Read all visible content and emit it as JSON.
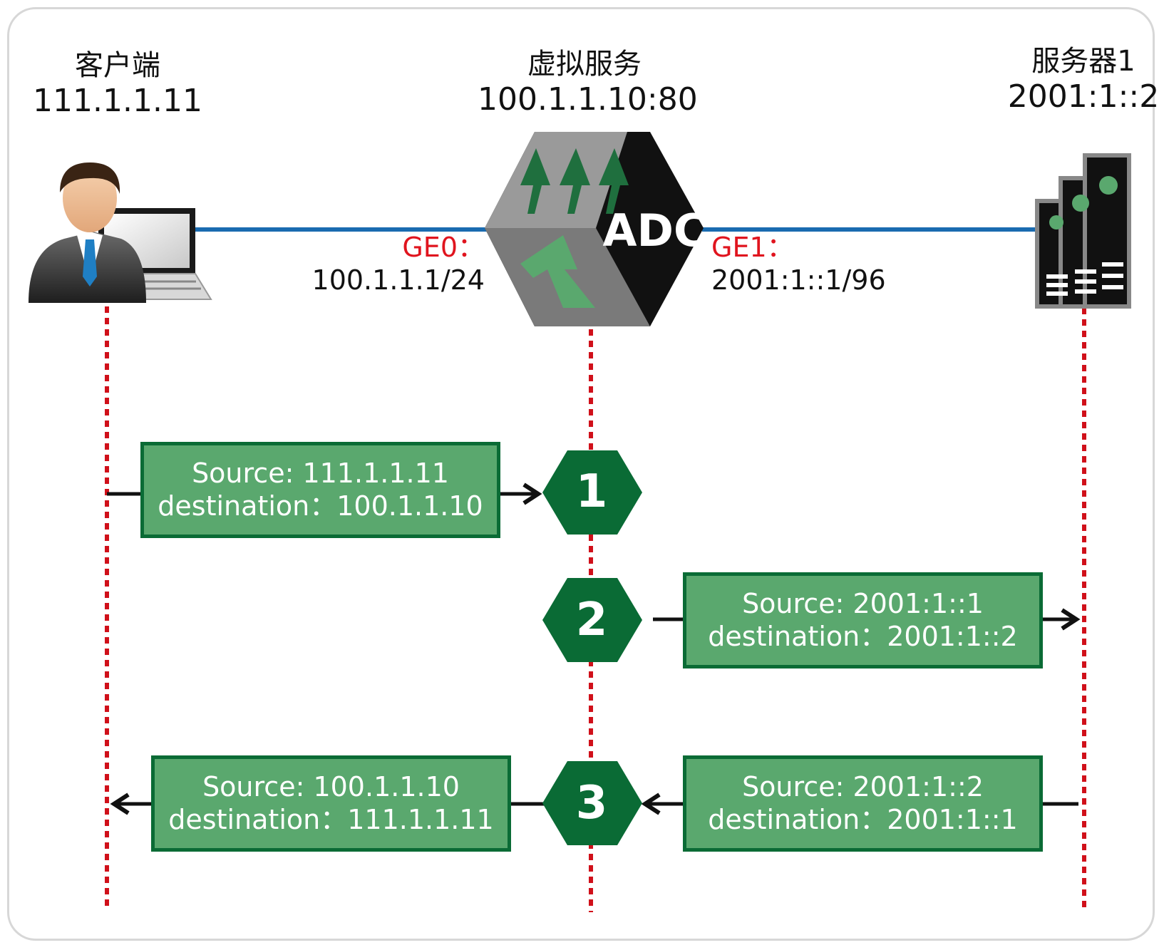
{
  "client": {
    "name": "客户端",
    "ip": "111.1.1.11"
  },
  "virtual_service": {
    "name": "虚拟服务",
    "ip": "100.1.1.10:80",
    "device_label": "ADC"
  },
  "server": {
    "name": "服务器1",
    "ip": "2001:1::2"
  },
  "interfaces": {
    "ge0": {
      "name": "GE0：",
      "address": "100.1.1.1/24"
    },
    "ge1": {
      "name": "GE1：",
      "address": "2001:1::1/96"
    }
  },
  "steps": [
    {
      "number": "1",
      "packets": [
        {
          "source": "Source: 111.1.1.11",
          "destination": "destination：100.1.1.10"
        }
      ]
    },
    {
      "number": "2",
      "packets": [
        {
          "source": "Source: 2001:1::1",
          "destination": "destination：2001:1::2"
        }
      ]
    },
    {
      "number": "3",
      "packets": [
        {
          "source": "Source: 100.1.1.10",
          "destination": "destination：111.1.1.11"
        },
        {
          "source": "Source: 2001:1::2",
          "destination": "destination：2001:1::1"
        }
      ]
    }
  ],
  "colors": {
    "packet_fill": "#5aa86e",
    "packet_border": "#0a6b35",
    "hexagon": "#0a6b35",
    "lifeline": "#d0101a",
    "link": "#1a6bb0",
    "interface_name": "#e0141e"
  },
  "icons": [
    "user-with-laptop-icon",
    "adc-device-icon",
    "server-rack-icon"
  ]
}
